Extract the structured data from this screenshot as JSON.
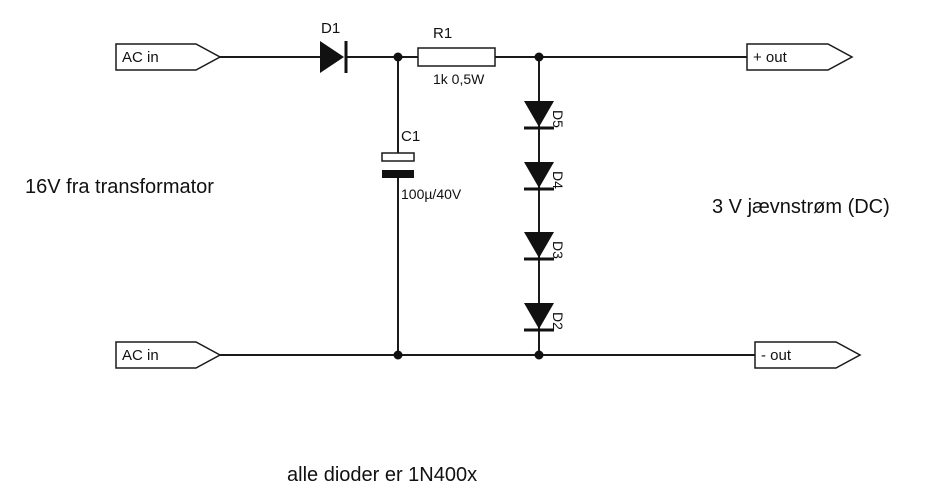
{
  "ports": {
    "ac_in_top": "AC in",
    "ac_in_bottom": "AC in",
    "plus_out": "+ out",
    "minus_out": "- out"
  },
  "components": {
    "d1": "D1",
    "r1": "R1",
    "r1_value": "1k 0,5W",
    "c1": "C1",
    "c1_value": "100µ/40V",
    "d2": "D2",
    "d3": "D3",
    "d4": "D4",
    "d5": "D5"
  },
  "notes": {
    "input": "16V fra transformator",
    "output": "3 V jævnstrøm (DC)",
    "diodes": "alle dioder er 1N400x"
  }
}
